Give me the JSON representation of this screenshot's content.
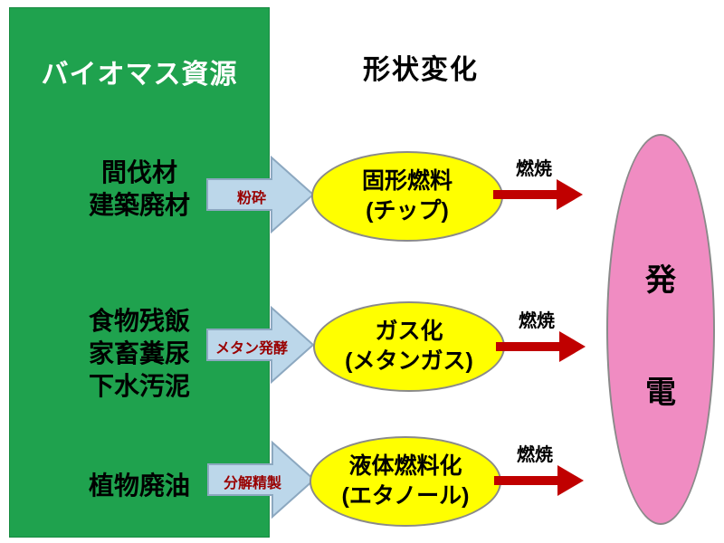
{
  "title_box": {
    "label": "バイオマス資源"
  },
  "header": {
    "label": "形状変化"
  },
  "rows": [
    {
      "source_lines": [
        "間伐材",
        "建築廃材"
      ],
      "process_label": "粉砕",
      "product_lines": [
        "固形燃料",
        "(チップ)"
      ],
      "burn_label": "燃焼"
    },
    {
      "source_lines": [
        "食物残飯",
        "家畜糞尿",
        "下水汚泥"
      ],
      "process_label": "メタン発酵",
      "product_lines": [
        "ガス化",
        "(メタンガス)"
      ],
      "burn_label": "燃焼"
    },
    {
      "source_lines": [
        "植物廃油"
      ],
      "process_label": "分解精製",
      "product_lines": [
        "液体燃料化",
        "(エタノール)"
      ],
      "burn_label": "燃焼"
    }
  ],
  "output": {
    "lines": [
      "発",
      "電"
    ]
  },
  "colors": {
    "source_box_fill": "#1FA24E",
    "product_ellipse_fill": "#FFFF00",
    "output_ellipse_fill": "#F08CC2",
    "process_arrow_fill": "#BCD7EA",
    "process_arrow_stroke": "#8CA8C0",
    "burn_arrow_fill": "#C00000",
    "process_label_text": "#990000"
  }
}
